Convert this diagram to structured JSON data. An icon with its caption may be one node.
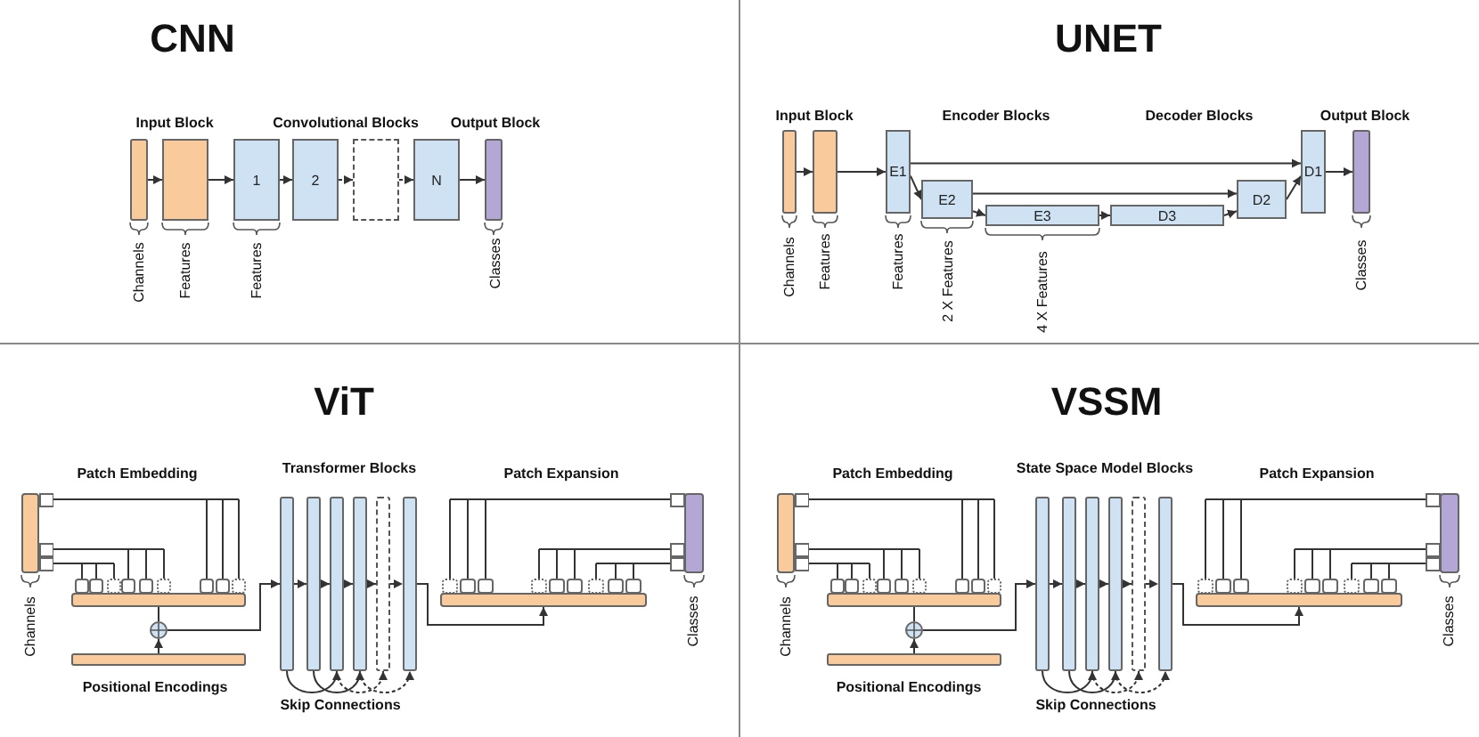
{
  "diagram": {
    "nodes": [
      {
        "text": [],
        "shape": "bar"
      },
      {
        "text": [],
        "shape": "box"
      },
      {
        "text": [
          "1"
        ]
      },
      {
        "text": [
          "2"
        ]
      },
      {
        "text": [],
        "shape": "box"
      },
      {
        "text": [
          "N"
        ]
      },
      {
        "text": [],
        "shape": "bar"
      },
      {
        "text": [],
        "shape": "bar"
      },
      {
        "text": [],
        "shape": "bar"
      },
      {
        "text": [
          "E1"
        ]
      },
      {
        "text": [
          "E2"
        ]
      },
      {
        "text": [
          "E3"
        ]
      },
      {
        "text": [
          "D3"
        ]
      },
      {
        "text": [
          "D2"
        ]
      },
      {
        "text": [
          "D1"
        ]
      },
      {
        "text": [],
        "shape": "bar"
      },
      {
        "text": [],
        "shape": "bar"
      },
      {
        "text": [],
        "shape": "bar"
      },
      {
        "text": [],
        "shape": "bar"
      },
      {
        "text": [],
        "shape": "circle"
      },
      {
        "text": [],
        "shape": "bar"
      },
      {
        "text": [],
        "shape": "bar"
      },
      {
        "text": [],
        "shape": "bar"
      },
      {
        "text": [],
        "shape": "bar"
      },
      {
        "text": [],
        "shape": "bar"
      },
      {
        "text": [],
        "shape": "bar"
      },
      {
        "text": [],
        "shape": "bar"
      },
      {
        "text": [],
        "shape": "bar"
      },
      {
        "text": [],
        "shape": "bar"
      },
      {
        "text": [],
        "shape": "bar"
      },
      {
        "text": [],
        "shape": "bar"
      },
      {
        "text": [],
        "shape": "circle"
      },
      {
        "text": [],
        "shape": "bar"
      },
      {
        "text": [],
        "shape": "bar"
      },
      {
        "text": [],
        "shape": "bar"
      },
      {
        "text": [],
        "shape": "bar"
      },
      {
        "text": [],
        "shape": "bar"
      },
      {
        "text": [],
        "shape": "bar"
      },
      {
        "text": [],
        "shape": "bar"
      },
      {
        "text": [],
        "shape": "bar"
      }
    ],
    "edges": [
      {
        "from": 0,
        "to": 1,
        "arrow": "to"
      },
      {
        "from": 1,
        "to": 2,
        "arrow": "to"
      },
      {
        "from": 2,
        "to": 3,
        "arrow": "to"
      },
      {
        "from": 3,
        "to": 4,
        "arrow": "to",
        "style": "dashed"
      },
      {
        "from": 4,
        "to": 5,
        "arrow": "to",
        "style": "dashed"
      },
      {
        "from": 5,
        "to": 6,
        "arrow": "to"
      },
      {
        "from": 7,
        "to": 8,
        "arrow": "to"
      },
      {
        "from": 8,
        "to": 9,
        "arrow": "to"
      },
      {
        "from": 9,
        "to": 10,
        "arrow": "to"
      },
      {
        "from": 9,
        "to": 14,
        "arrow": "to"
      },
      {
        "from": 10,
        "to": 11,
        "arrow": "to"
      },
      {
        "from": 10,
        "to": 13,
        "arrow": "to"
      },
      {
        "from": 11,
        "to": 12,
        "arrow": "to"
      },
      {
        "from": 12,
        "to": 13,
        "arrow": "to"
      },
      {
        "from": 13,
        "to": 14,
        "arrow": "to"
      },
      {
        "from": 14,
        "to": 15,
        "arrow": "to"
      },
      {
        "from": 16,
        "to": 17,
        "arrow": "none"
      },
      {
        "from": 17,
        "to": 19,
        "arrow": "none"
      },
      {
        "from": 18,
        "to": 19,
        "arrow": "to"
      },
      {
        "from": 19,
        "to": 20,
        "arrow": "to"
      },
      {
        "from": 20,
        "to": 21,
        "arrow": "to"
      },
      {
        "from": 21,
        "to": 22,
        "arrow": "to"
      },
      {
        "from": 22,
        "to": 23,
        "arrow": "to"
      },
      {
        "from": 23,
        "to": 24,
        "arrow": "to",
        "style": "dashed"
      },
      {
        "from": 24,
        "to": 25,
        "arrow": "to",
        "style": "dashed"
      },
      {
        "from": 25,
        "to": 26,
        "arrow": "to"
      },
      {
        "from": 20,
        "to": 22,
        "arrow": "to"
      },
      {
        "from": 21,
        "to": 23,
        "arrow": "to"
      },
      {
        "from": 22,
        "to": 24,
        "arrow": "to",
        "style": "dashed"
      },
      {
        "from": 23,
        "to": 25,
        "arrow": "to",
        "style": "dashed"
      },
      {
        "from": 26,
        "to": 27,
        "arrow": "none"
      },
      {
        "from": 28,
        "to": 29,
        "arrow": "none"
      },
      {
        "from": 29,
        "to": 31,
        "arrow": "none"
      },
      {
        "from": 30,
        "to": 31,
        "arrow": "to"
      },
      {
        "from": 31,
        "to": 32,
        "arrow": "to"
      },
      {
        "from": 32,
        "to": 33,
        "arrow": "to"
      },
      {
        "from": 33,
        "to": 34,
        "arrow": "to"
      },
      {
        "from": 34,
        "to": 35,
        "arrow": "to"
      },
      {
        "from": 35,
        "to": 36,
        "arrow": "to",
        "style": "dashed"
      },
      {
        "from": 36,
        "to": 37,
        "arrow": "to",
        "style": "dashed"
      },
      {
        "from": 37,
        "to": 38,
        "arrow": "to"
      },
      {
        "from": 32,
        "to": 34,
        "arrow": "to"
      },
      {
        "from": 33,
        "to": 35,
        "arrow": "to"
      },
      {
        "from": 34,
        "to": 36,
        "arrow": "to",
        "style": "dashed"
      },
      {
        "from": 35,
        "to": 37,
        "arrow": "to",
        "style": "dashed"
      },
      {
        "from": 38,
        "to": 39,
        "arrow": "none"
      }
    ],
    "labels": [
      "CNN",
      "Input Block",
      "Convolutional Blocks",
      "Output Block",
      "Channels",
      "Features",
      "Features",
      "Classes",
      "UNET",
      "Input Block",
      "Encoder Blocks",
      "Decoder Blocks",
      "Output Block",
      "Channels",
      "Features",
      "Features",
      "2 X Features",
      "4 X Features",
      "Classes",
      "ViT",
      "Patch Embedding",
      "Transformer Blocks",
      "Patch Expansion",
      "Channels",
      "Positional Encodings",
      "Skip Connections",
      "Classes",
      "VSSM",
      "Patch Embedding",
      "State Space Model Blocks",
      "Patch Expansion",
      "Channels",
      "Positional Encodings",
      "Skip Connections",
      "Classes"
    ]
  }
}
